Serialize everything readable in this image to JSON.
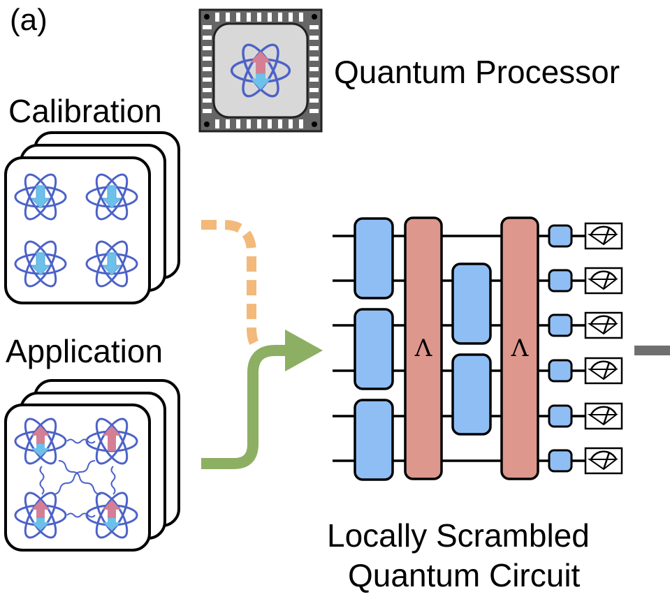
{
  "panel_label": "(a)",
  "processor": {
    "label": "Quantum Processor",
    "icon": "quantum-chip-icon"
  },
  "calibration": {
    "label": "Calibration",
    "icon": "atom-spin-down-icon",
    "qubit_count": 4
  },
  "application": {
    "label": "Application",
    "icon": "entangled-atom-icon",
    "qubit_count": 4
  },
  "circuit": {
    "label_line1": "Locally Scrambled",
    "label_line2": "Quantum Circuit",
    "gate_symbol": "Λ",
    "wires": 6,
    "layer_gate_symbols": [
      "Λ",
      "Λ"
    ]
  },
  "colors": {
    "calibration_arrow": "#F2B97B",
    "application_arrow": "#8DAF63",
    "local_gate": "#8FBEF5",
    "layer_gate": "#DD978D",
    "atom_orbit": "#4C62C8",
    "spin_down": "#6CC0EA",
    "spin_up": "#D47F94",
    "output_arrow": "#6f6f6f"
  }
}
